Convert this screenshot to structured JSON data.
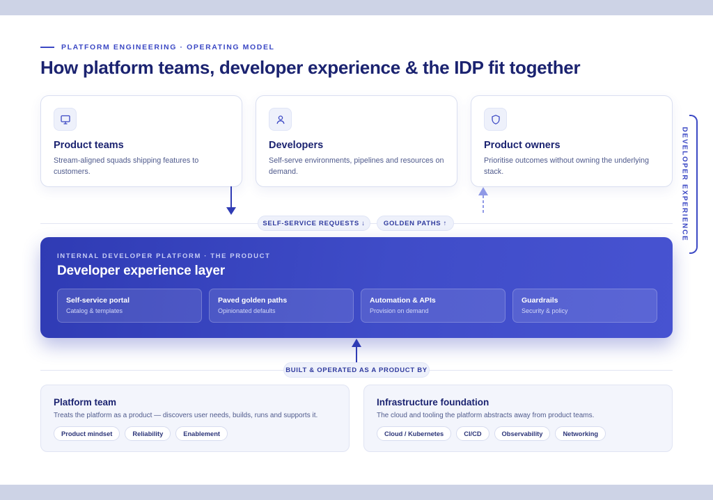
{
  "header": {
    "eyebrow": "PLATFORM ENGINEERING · OPERATING MODEL",
    "title": "How platform teams, developer experience & the IDP fit together"
  },
  "personas": [
    {
      "icon": "monitor-icon",
      "title": "Product teams",
      "desc": "Stream-aligned squads shipping features to customers."
    },
    {
      "icon": "user-icon",
      "title": "Developers",
      "desc": "Self-serve environments, pipelines and resources on demand."
    },
    {
      "icon": "shield-icon",
      "title": "Product owners",
      "desc": "Prioritise outcomes without owning the underlying stack."
    }
  ],
  "side_label": "DEVELOPER EXPERIENCE",
  "flows": {
    "requests": "SELF-SERVICE REQUESTS ↓",
    "golden_paths": "GOLDEN PATHS ↑",
    "built_by": "BUILT & OPERATED AS A PRODUCT BY"
  },
  "idp": {
    "kicker": "INTERNAL DEVELOPER PLATFORM · THE PRODUCT",
    "title": "Developer experience layer",
    "capabilities": [
      {
        "title": "Self-service portal",
        "sub": "Catalog & templates"
      },
      {
        "title": "Paved golden paths",
        "sub": "Opinionated defaults"
      },
      {
        "title": "Automation & APIs",
        "sub": "Provision on demand"
      },
      {
        "title": "Guardrails",
        "sub": "Security & policy"
      }
    ]
  },
  "platform_team": {
    "title": "Platform team",
    "desc": "Treats the platform as a product — discovers user needs, builds, runs and supports it.",
    "tags": [
      "Product mindset",
      "Reliability",
      "Enablement"
    ]
  },
  "infrastructure": {
    "title": "Infrastructure foundation",
    "desc": "The cloud and tooling the platform abstracts away from product teams.",
    "tags": [
      "Cloud / Kubernetes",
      "CI/CD",
      "Observability",
      "Networking"
    ]
  },
  "colors": {
    "accent": "#3b48c4",
    "idp_start": "#2f3bb4",
    "idp_end": "#4753d1",
    "band": "#cdd3e6"
  }
}
